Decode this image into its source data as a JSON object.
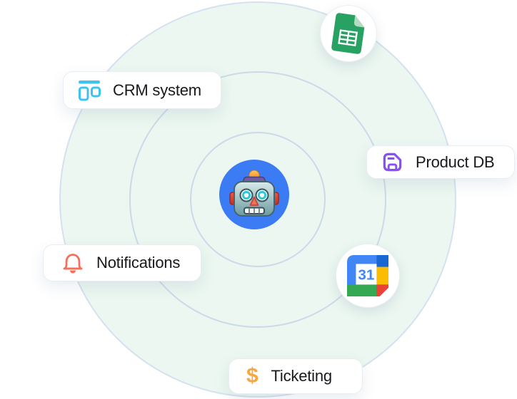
{
  "scene": {
    "background_color": "#FFFFFF",
    "orbit_fill": "#EBF7F0",
    "orbit_border": "#D5E1EF",
    "hub_color": "#3B7BF3",
    "hub_icon": "robot-icon"
  },
  "integrations": [
    {
      "label": "CRM system",
      "icon": "kanban-icon",
      "color": "#40C2EF"
    },
    {
      "label": "Product DB",
      "icon": "database-icon",
      "color": "#8B4DF7"
    },
    {
      "label": "Notifications",
      "icon": "bell-icon",
      "color": "#F4705C"
    },
    {
      "label": "Ticketing",
      "icon": "dollar-icon",
      "color": "#F9A63C",
      "glyph": "$"
    }
  ],
  "badges": [
    {
      "name": "google-sheets",
      "icon": "google-sheets-icon"
    },
    {
      "name": "google-calendar",
      "icon": "google-calendar-icon",
      "day": "31"
    }
  ]
}
